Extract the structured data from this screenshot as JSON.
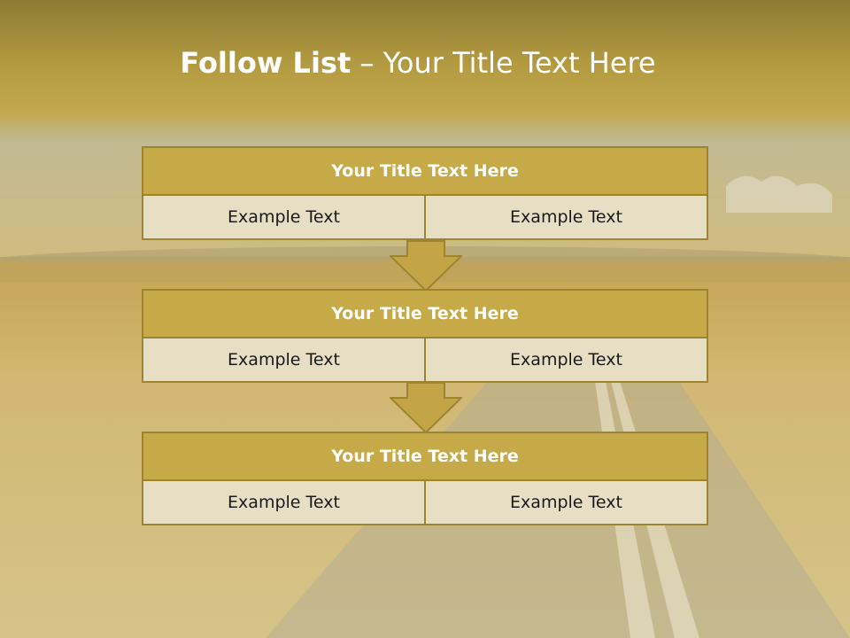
{
  "slide": {
    "title_bold": "Follow List",
    "title_rest": " – Your Title Text Here"
  },
  "blocks": [
    {
      "title": "Your Title Text Here",
      "left": "Example Text",
      "right": "Example Text"
    },
    {
      "title": "Your Title Text Here",
      "left": "Example Text",
      "right": "Example Text"
    },
    {
      "title": "Your Title Text Here",
      "left": "Example Text",
      "right": "Example Text"
    }
  ],
  "colors": {
    "header_fill": "#c7aa48",
    "border": "#9c8431",
    "cell_fill": "#e6dfc4",
    "arrow_fill": "#c3a545"
  },
  "icons": [
    "down-arrow-icon",
    "down-arrow-icon"
  ]
}
